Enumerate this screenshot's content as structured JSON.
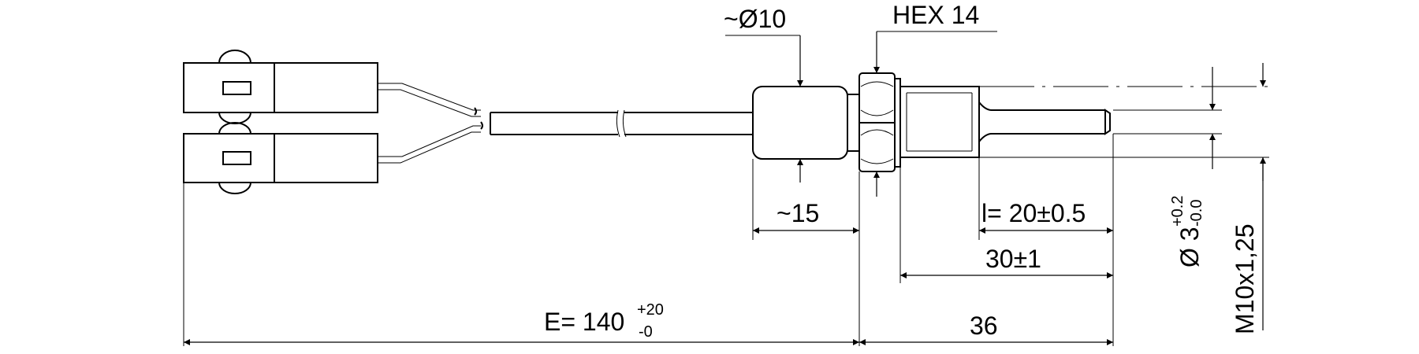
{
  "labels": {
    "dia_approx": "~Ø10",
    "hex": "HEX 14",
    "len_approx15": "~15",
    "insertion": "l= 20±0.5",
    "thread_len": "30±1",
    "overall36": "36",
    "cable_main": "E= 140",
    "cable_tol_plus": "+20",
    "cable_tol_minus": "-0",
    "probe_dia_main": "Ø 3",
    "probe_tol_plus": "+0.2",
    "probe_tol_minus": "-0.0",
    "thread": "M10x1,25"
  }
}
